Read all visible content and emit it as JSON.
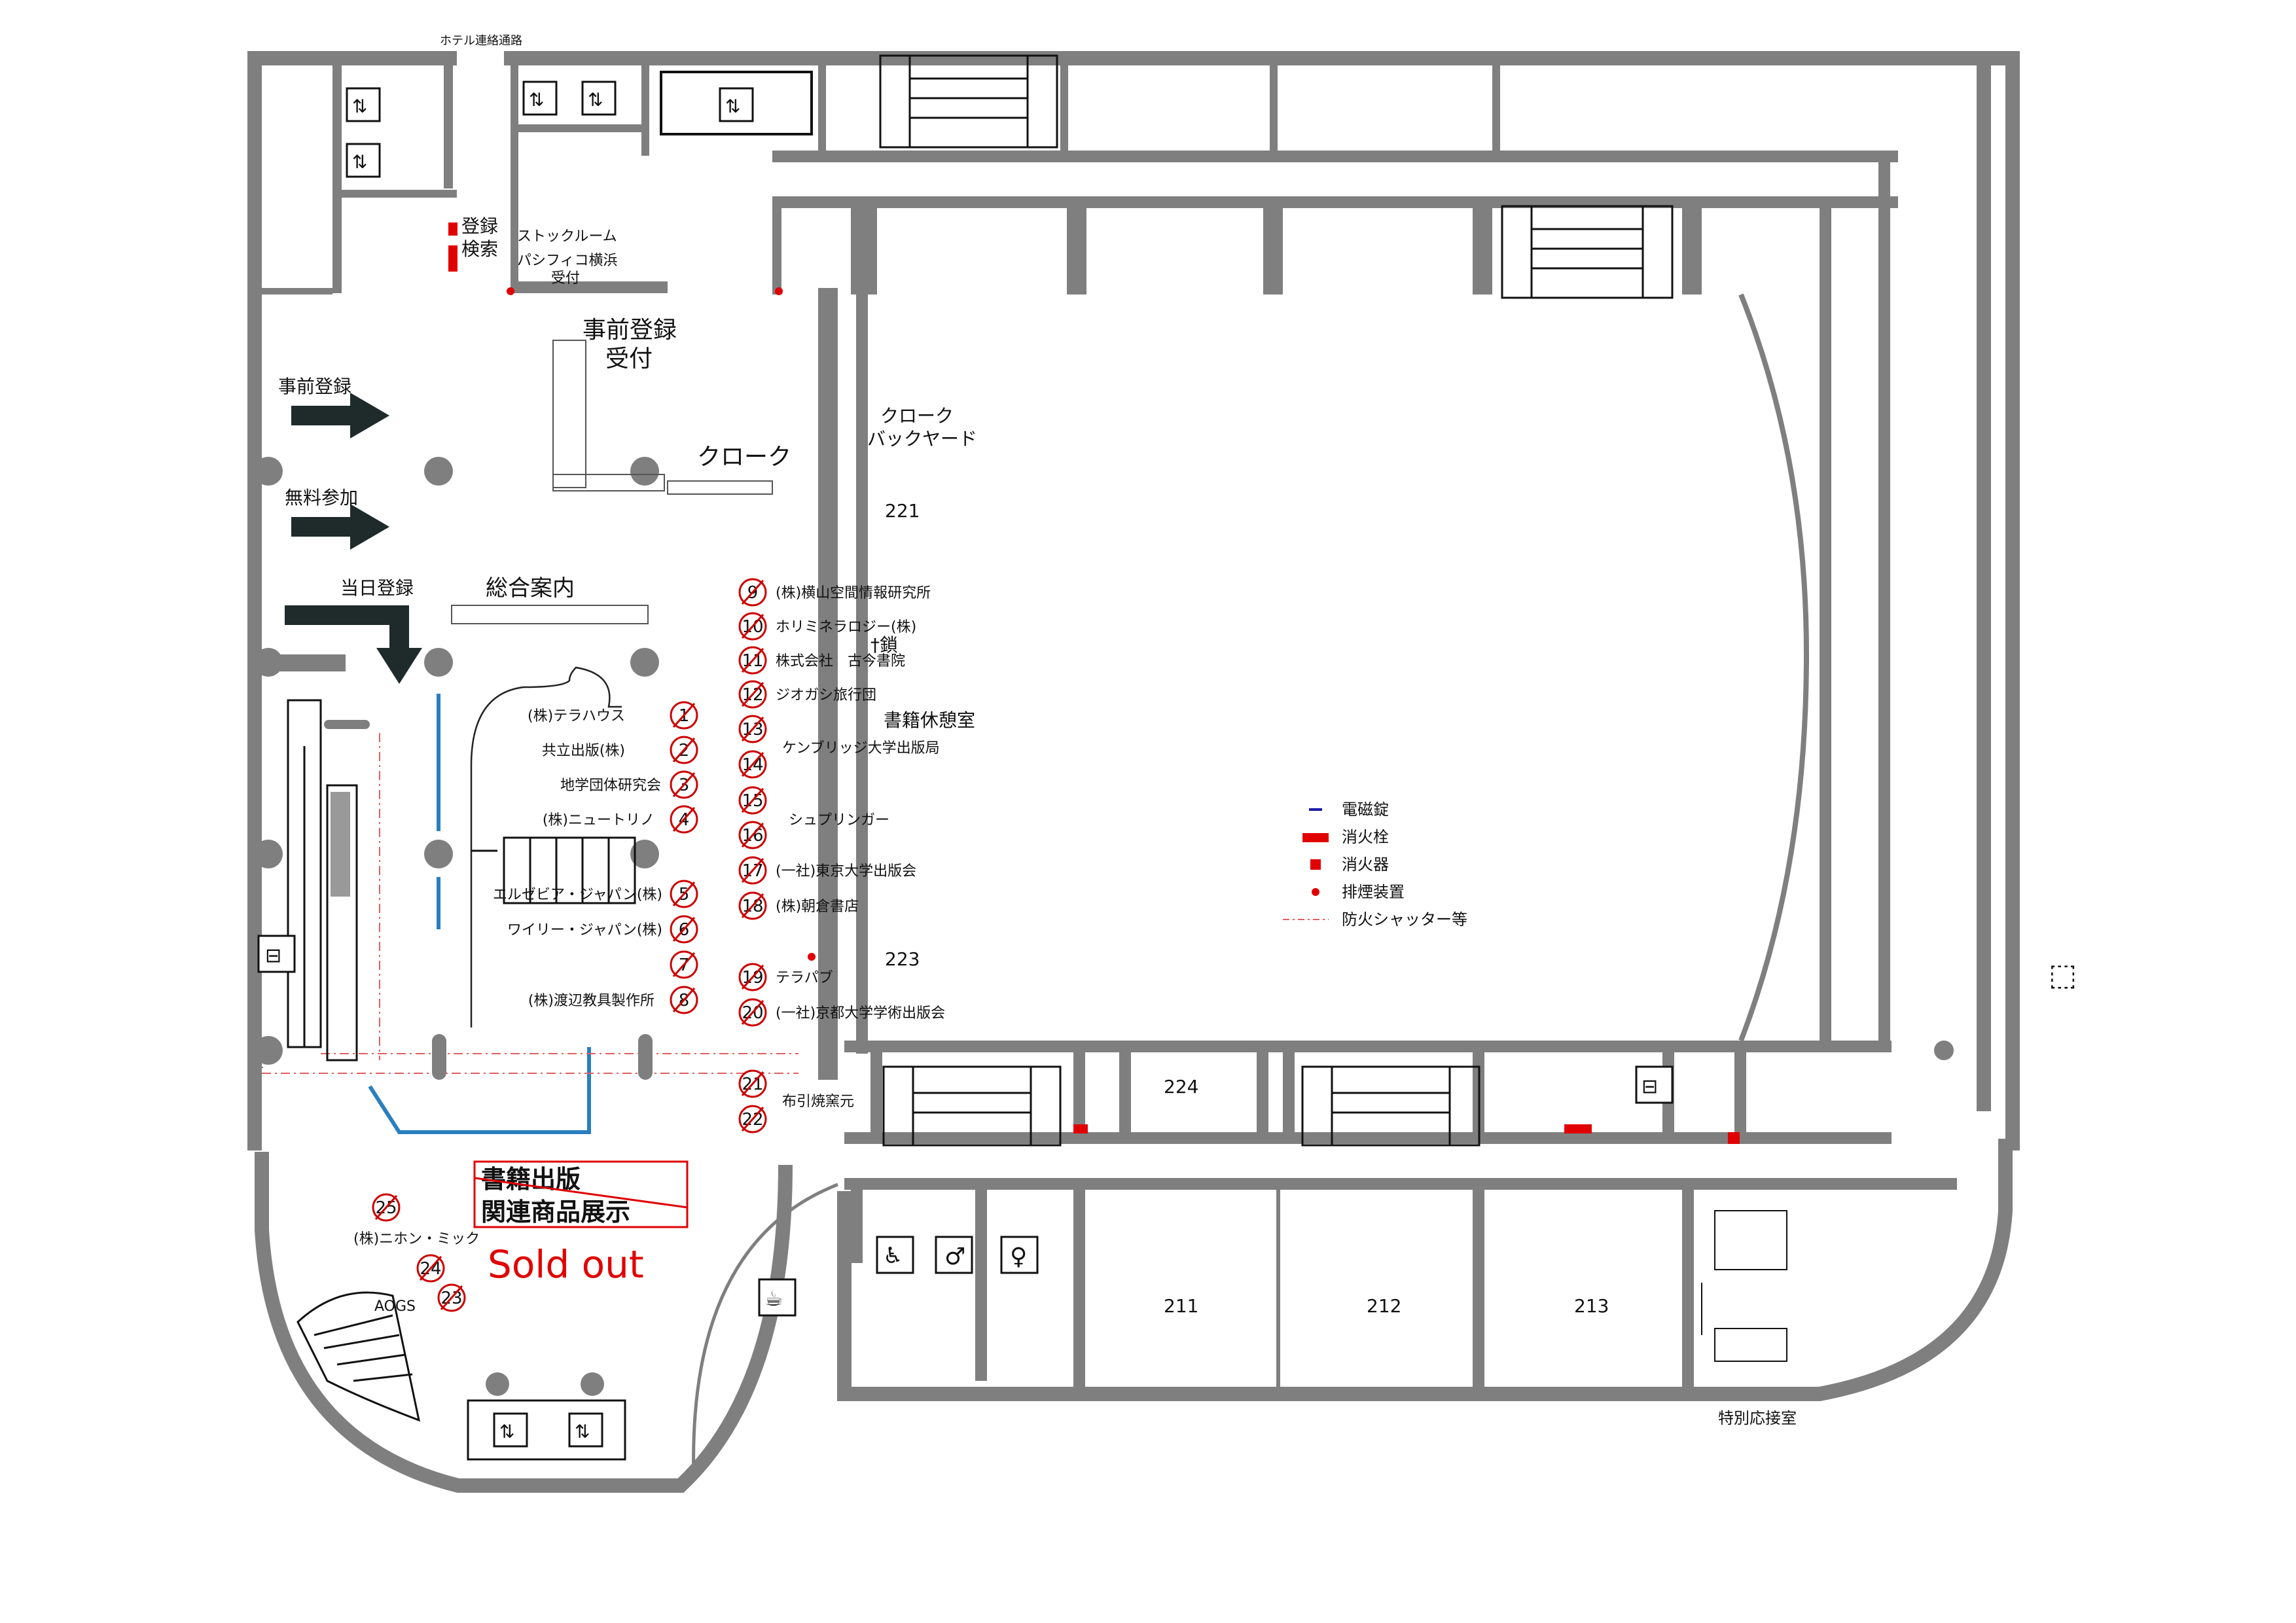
{
  "labels": {
    "hotel_passage": "ホテル連絡通路",
    "registration_search": "登録",
    "registration_search_2": "検索",
    "stock_room": "ストックルーム",
    "pacifico_reception": "パシフィコ横浜",
    "pacifico_reception_2": "受付",
    "pre_registration_reception": "事前登録",
    "pre_registration_reception_2": "受付",
    "cloak": "クローク",
    "cloak_backyard": "クローク",
    "cloak_backyard_2": "バックヤード",
    "info_desk": "総合案内",
    "room_221": "221",
    "room_222_obscured": "書籍休憩室",
    "room_222_partial": "†鎖",
    "room_223": "223",
    "room_224": "224",
    "room_211": "211",
    "room_212": "212",
    "room_213": "213",
    "special_reception_room": "特別応接室",
    "book_fair_title_1": "書籍出版",
    "book_fair_title_2": "関連商品展示",
    "sold_out": "Sold out"
  },
  "arrows": {
    "pre_registration": "事前登録",
    "free_participation": "無料参加",
    "same_day_registration": "当日登録"
  },
  "legend": {
    "items": [
      {
        "symbol": "blue-dash",
        "label": "電磁錠",
        "color": "#1a1aa8"
      },
      {
        "symbol": "red-bar",
        "label": "消火栓",
        "color": "#e00000"
      },
      {
        "symbol": "red-square",
        "label": "消火器",
        "color": "#e00000"
      },
      {
        "symbol": "red-dot",
        "label": "排煙装置",
        "color": "#e00000"
      },
      {
        "symbol": "red-dashdot",
        "label": "防火シャッター等",
        "color": "#e06060"
      }
    ]
  },
  "booths": [
    {
      "no": "1",
      "name": "(株)テラハウス",
      "sold": true
    },
    {
      "no": "2",
      "name": "共立出版(株)",
      "sold": true
    },
    {
      "no": "3",
      "name": "地学団体研究会",
      "sold": true
    },
    {
      "no": "4",
      "name": "(株)ニュートリノ",
      "sold": true
    },
    {
      "no": "5",
      "name": "エルゼビア・ジャパン(株)",
      "sold": true
    },
    {
      "no": "6",
      "name": "ワイリー・ジャパン(株)",
      "sold": true
    },
    {
      "no": "7",
      "name": "",
      "sold": true
    },
    {
      "no": "8",
      "name": "(株)渡辺教具製作所",
      "sold": true
    },
    {
      "no": "9",
      "name": "(株)横山空間情報研究所",
      "sold": true
    },
    {
      "no": "10",
      "name": "ホリミネラロジー(株)",
      "sold": true
    },
    {
      "no": "11",
      "name": "株式会社　古今書院",
      "sold": true
    },
    {
      "no": "12",
      "name": "ジオガシ旅行団",
      "sold": true
    },
    {
      "no": "13",
      "name": "",
      "sold": true
    },
    {
      "no": "14",
      "name": "ケンブリッジ大学出版局",
      "sold": true
    },
    {
      "no": "15",
      "name": "シュプリンガー",
      "sold": true
    },
    {
      "no": "16",
      "name": "",
      "sold": true
    },
    {
      "no": "17",
      "name": "(一社)東京大学出版会",
      "sold": true
    },
    {
      "no": "18",
      "name": "(株)朝倉書店",
      "sold": true
    },
    {
      "no": "19",
      "name": "テラパブ",
      "sold": true
    },
    {
      "no": "20",
      "name": "(一社)京都大学学術出版会",
      "sold": true
    },
    {
      "no": "21",
      "name": "",
      "sold": true
    },
    {
      "no": "22",
      "name": "布引焼窯元",
      "sold": true
    },
    {
      "no": "23",
      "name": "AOGS",
      "sold": true
    },
    {
      "no": "24",
      "name": "",
      "sold": true
    },
    {
      "no": "25",
      "name": "(株)ニホン・ミック",
      "sold": true
    }
  ],
  "icons": {
    "elevator": "elevator-icon",
    "escalator": "escalator-icon",
    "wheelchair_toilet": "wheelchair-icon",
    "male_toilet": "male-toilet-icon",
    "female_toilet": "female-toilet-icon",
    "cafe": "cafe-icon",
    "exit": "exit-icon"
  },
  "colors": {
    "wall": "#7f7f7f",
    "sold_out": "#e00000",
    "blue_line": "#2a7fc0",
    "arrow": "#1f2b2b"
  }
}
